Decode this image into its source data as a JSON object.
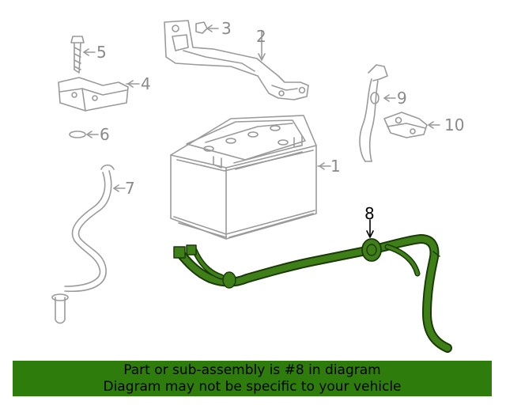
{
  "callouts": {
    "c1": "1",
    "c2": "2",
    "c3": "3",
    "c4": "4",
    "c5": "5",
    "c6": "6",
    "c7": "7",
    "c8": "8",
    "c9": "9",
    "c10": "10"
  },
  "highlight_part": "8",
  "colors": {
    "line": "#9a9a9a",
    "highlight_fill": "#3f7f17",
    "highlight_stroke": "#1a3a08",
    "banner_bg": "#2e7d0c"
  },
  "banner": {
    "line1": "Part or sub-assembly is #8 in diagram",
    "line2": "Diagram may not be specific to your vehicle"
  }
}
